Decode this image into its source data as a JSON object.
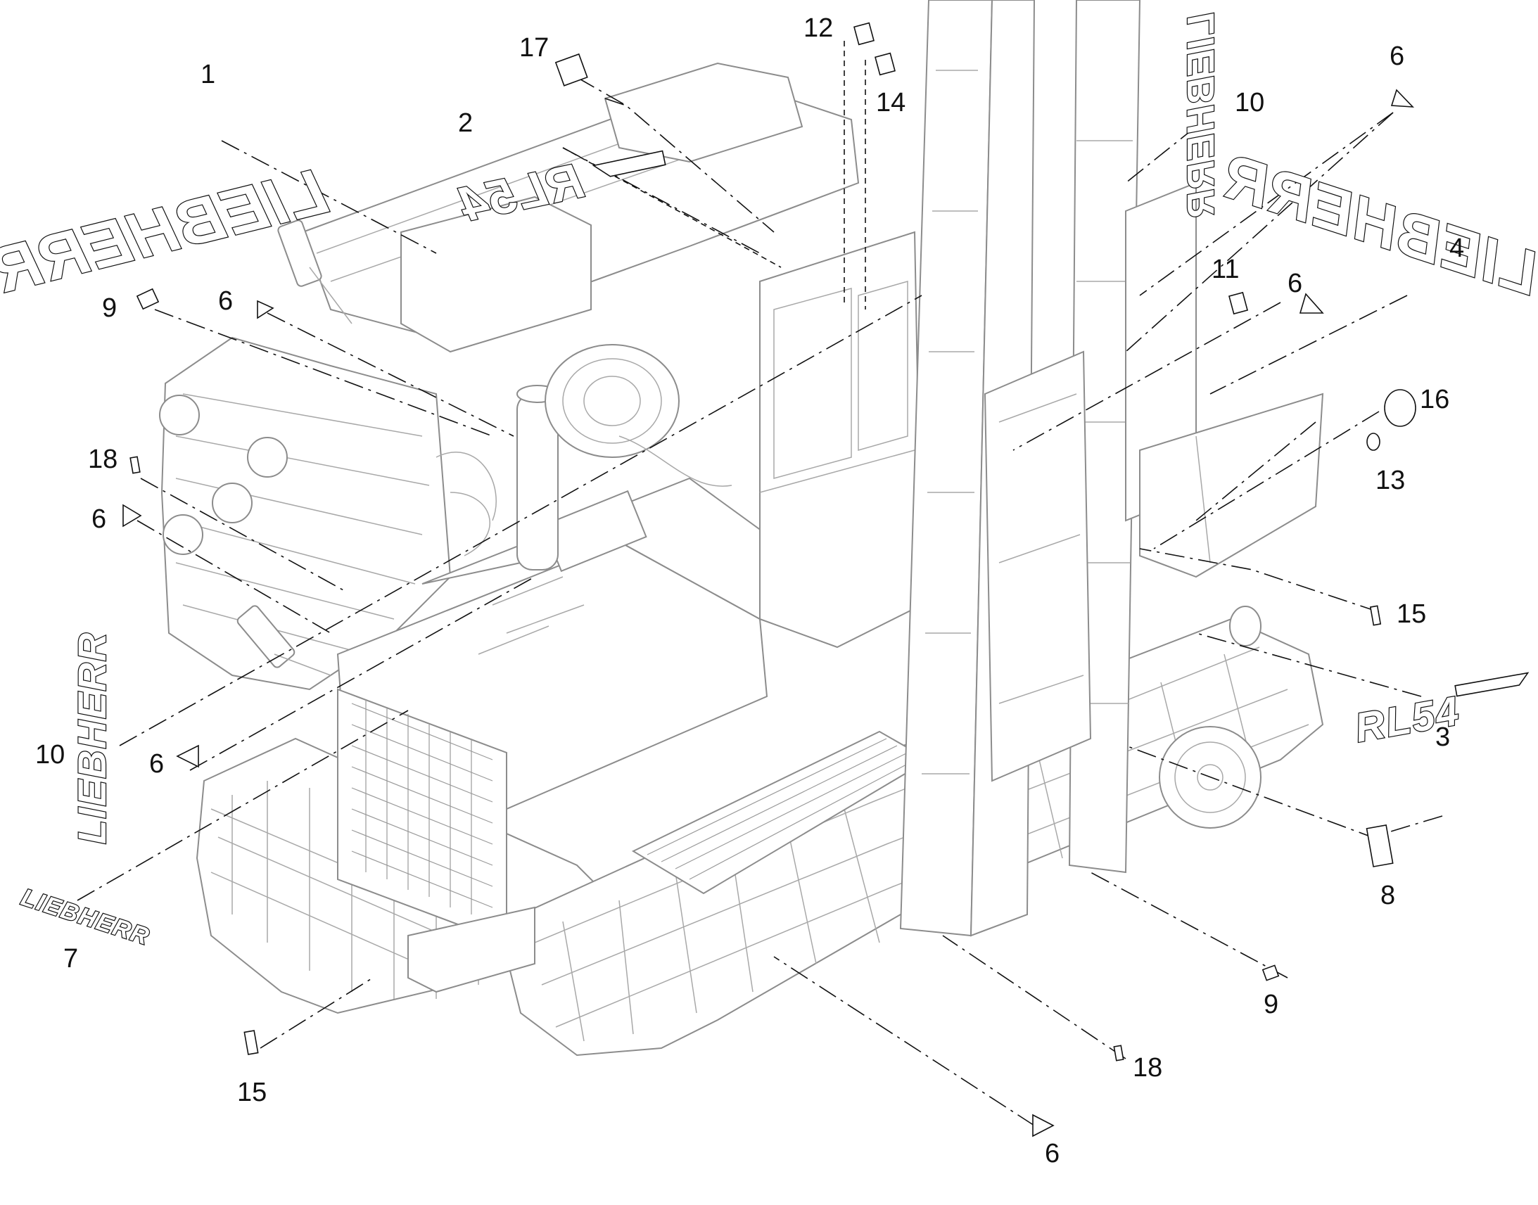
{
  "decals": {
    "logo_text": "LIEBHERR",
    "model_text": "RL54"
  },
  "callouts": {
    "c1": "1",
    "c2": "2",
    "c3": "3",
    "c4": "4",
    "c6a": "6",
    "c6b": "6",
    "c6c": "6",
    "c6d": "6",
    "c6e": "6",
    "c6f": "6",
    "c7": "7",
    "c8": "8",
    "c9a": "9",
    "c9b": "9",
    "c10a": "10",
    "c10b": "10",
    "c11": "11",
    "c12": "12",
    "c13": "13",
    "c14": "14",
    "c15a": "15",
    "c15b": "15",
    "c16": "16",
    "c17": "17",
    "c18a": "18",
    "c18b": "18"
  }
}
